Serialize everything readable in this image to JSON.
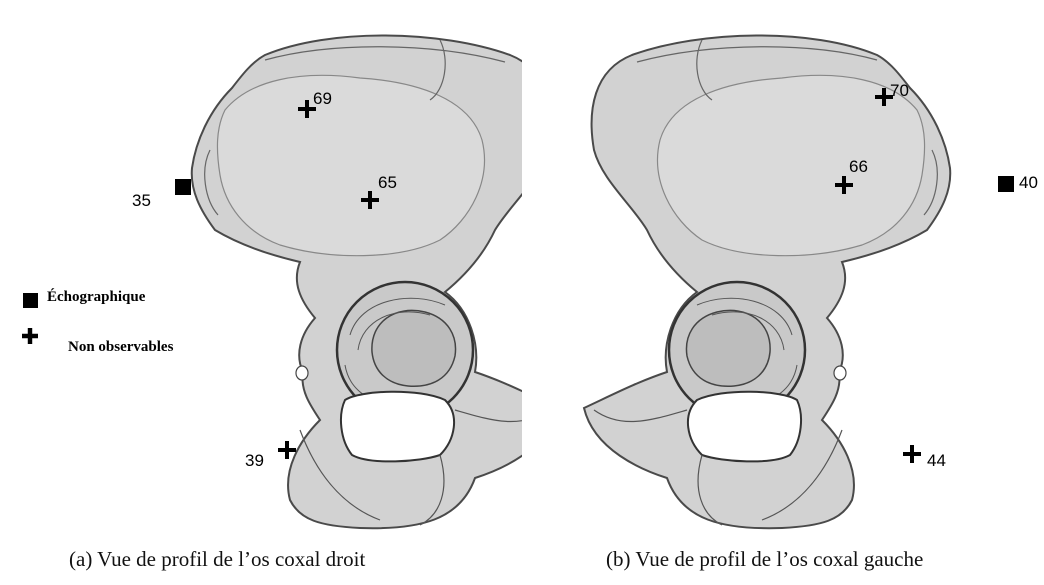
{
  "figure": {
    "panels": [
      {
        "id": "a",
        "caption": "(a) Vue de profil de l’os coxal droit",
        "markers": [
          {
            "type": "square",
            "label": "35"
          },
          {
            "type": "plus",
            "label": "69"
          },
          {
            "type": "plus",
            "label": "65"
          },
          {
            "type": "plus",
            "label": "39"
          }
        ]
      },
      {
        "id": "b",
        "caption": "(b) Vue de profil de l’os coxal gauche",
        "markers": [
          {
            "type": "plus",
            "label": "70"
          },
          {
            "type": "plus",
            "label": "66"
          },
          {
            "type": "square",
            "label": "40"
          },
          {
            "type": "plus",
            "label": "44"
          }
        ]
      }
    ],
    "legend": [
      {
        "symbol": "square",
        "label": "Échographique"
      },
      {
        "symbol": "plus",
        "label": "Non observables"
      }
    ],
    "colors": {
      "bone_fill": "#d2d2d2",
      "bone_outline": "#4a4a4a",
      "marker": "#000000"
    }
  }
}
